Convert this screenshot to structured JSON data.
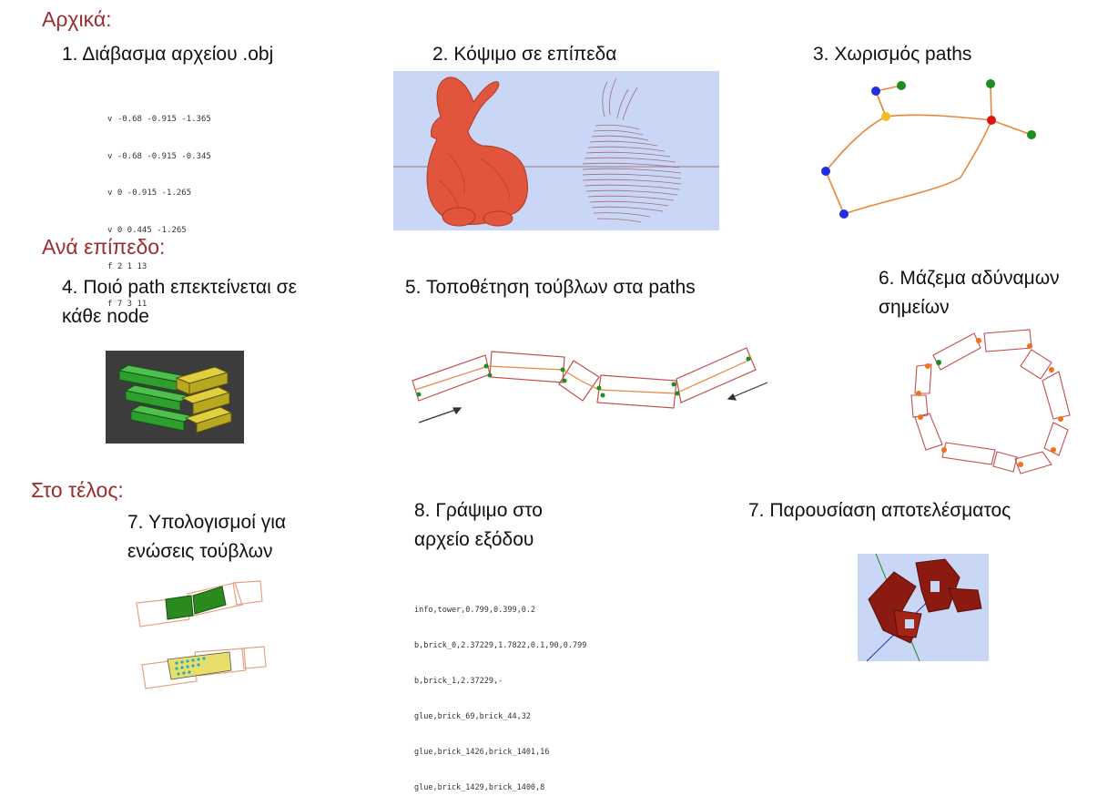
{
  "sections": {
    "initial": "Αρχικά:",
    "per_layer": "Ανά επίπεδο:",
    "final": "Στο τέλος:"
  },
  "steps": {
    "s1": "1. Διάβασμα αρχείου .obj",
    "s2": "2. Κόψιμο σε επίπεδα",
    "s3": "3. Χωρισμός paths",
    "s4_line1": "4. Ποιό path επεκτείνεται σε",
    "s4_line2": "κάθε node",
    "s5": "5. Τοποθέτηση τούβλων στα paths",
    "s6_line1": "6. Μάζεμα αδύναμων",
    "s6_line2": "σημείων",
    "s7a_line1": "7. Υπολογισμοί για",
    "s7a_line2": "ενώσεις τούβλων",
    "s8_line1": "8. Γράψιμο στο",
    "s8_line2": "αρχείο εξόδου",
    "s7b": "7. Παρουσίαση αποτελέσματος"
  },
  "obj_file_lines": [
    "v -0.68 -0.915 -1.365",
    "v -0.68 -0.915 -0.345",
    "v 0 -0.915 -1.265",
    "v 0 0.445 -1.265",
    "f 2 1 13",
    "f 7 3 11"
  ],
  "output_file_lines": [
    "info,tower,0.799,0.399,0.2",
    "b,brick_0,2.37229,1.7822,0.1,90,0.799",
    "b,brick_1,2.37229,-",
    "glue,brick_69,brick_44,32",
    "glue,brick_1426,brick_1401,16",
    "glue,brick_1429,brick_1400,8"
  ],
  "colors": {
    "section_heading": "#9a2d2d",
    "bunny_panel_bg": "#c9d6f5",
    "bunny_solid": "#e0553c",
    "bunny_wire": "#9c5a60",
    "path_line": "#e8873a",
    "brick_outline": "#c0504d",
    "node_green": "#1e8c1e",
    "node_blue": "#1f2fe0",
    "node_red": "#e01010",
    "node_yellow": "#f0c020",
    "node_orange": "#f07020",
    "render_bg": "#c9d6f5",
    "render_brick": "#8b1a10",
    "dark_panel_bg": "#3c3c3c"
  }
}
